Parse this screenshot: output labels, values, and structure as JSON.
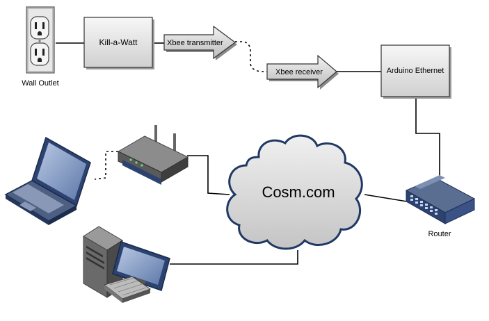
{
  "nodes": {
    "wall_outlet": {
      "label": "Wall Outlet",
      "icon": "power-outlet-icon"
    },
    "kill_a_watt": {
      "label": "Kill-a-Watt"
    },
    "xbee_transmitter": {
      "label": "Xbee transmitter"
    },
    "xbee_receiver": {
      "label": "Xbee receiver"
    },
    "arduino_ethernet": {
      "label": "Arduino Ethernet"
    },
    "cloud": {
      "label": "Cosm.com",
      "icon": "cloud-icon"
    },
    "router": {
      "label": "Router",
      "icon": "router-icon"
    },
    "wifi_router": {
      "icon": "wireless-router-icon"
    },
    "laptop": {
      "icon": "laptop-icon"
    },
    "desktop": {
      "icon": "desktop-computer-icon"
    }
  },
  "colors": {
    "box_fill_top": "#f5f5f5",
    "box_fill_bottom": "#d4d4d4",
    "cloud_fill": "#d9d9d9",
    "cloud_stroke": "#1f3864",
    "device_blue": "#1f3b6e",
    "line": "#000000"
  }
}
